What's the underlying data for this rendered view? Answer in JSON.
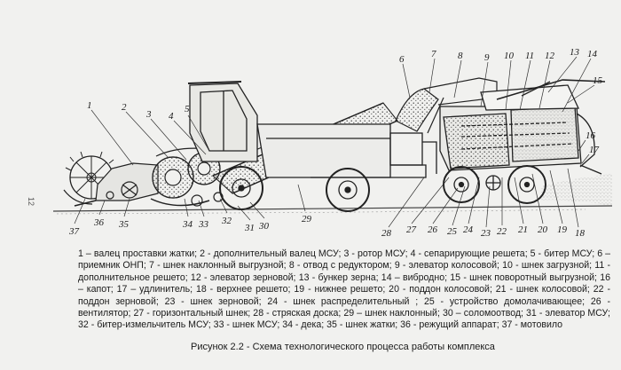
{
  "page_number": "12",
  "legend": "1 – валец проставки жатки; 2 - дополнительный валец МСУ; 3 - ротор МСУ; 4 - сепарирующие решета; 5 - битер МСУ; 6 – приемник ОНП; 7 - шнек наклонный выгрузной; 8 - отвод с редуктором; 9 - элеватор колосовой; 10 - шнек загрузной; 11 - дополнительное решето; 12 - элеватор зерновой; 13 - бункер зерна; 14 – вибродно; 15 - шнек поворотный выгрузной; 16 – капот; 17 – удлинитель; 18 - верхнее решето; 19 - нижнее решето; 20 - поддон колосовой; 21 - шнек колосовой; 22 - поддон зерновой; 23 - шнек зерновой; 24 - шнек распределительный ; 25 - устройство домолачивающее; 26 - вентилятор; 27 - горизонтальный шнек; 28 - стряская доска; 29 – шнек наклонный; 30 – соломоотвод; 31 - элеватор МСУ; 32 - битер-измельчитель МСУ; 33 - шнек МСУ; 34 - дека; 35 - шнек жатки; 36 - режущий аппарат; 37 - мотовило",
  "caption": "Рисунок 2.2 - Схема технологического процесса работы комплекса",
  "callouts": {
    "c1": "1",
    "c2": "2",
    "c3": "3",
    "c4": "4",
    "c5": "5",
    "c6": "6",
    "c7": "7",
    "c8": "8",
    "c9": "9",
    "c10": "10",
    "c11": "11",
    "c12": "12",
    "c13": "13",
    "c14": "14",
    "c15": "15",
    "c16": "16",
    "c17": "17",
    "c18": "18",
    "c19": "19",
    "c20": "20",
    "c21": "21",
    "c22": "22",
    "c23": "23",
    "c24": "24",
    "c25": "25",
    "c26": "26",
    "c27": "27",
    "c28": "28",
    "c29": "29",
    "c30": "30",
    "c31": "31",
    "c32": "32",
    "c33": "33",
    "c34": "34",
    "c35": "35",
    "c36": "36",
    "c37": "37"
  }
}
